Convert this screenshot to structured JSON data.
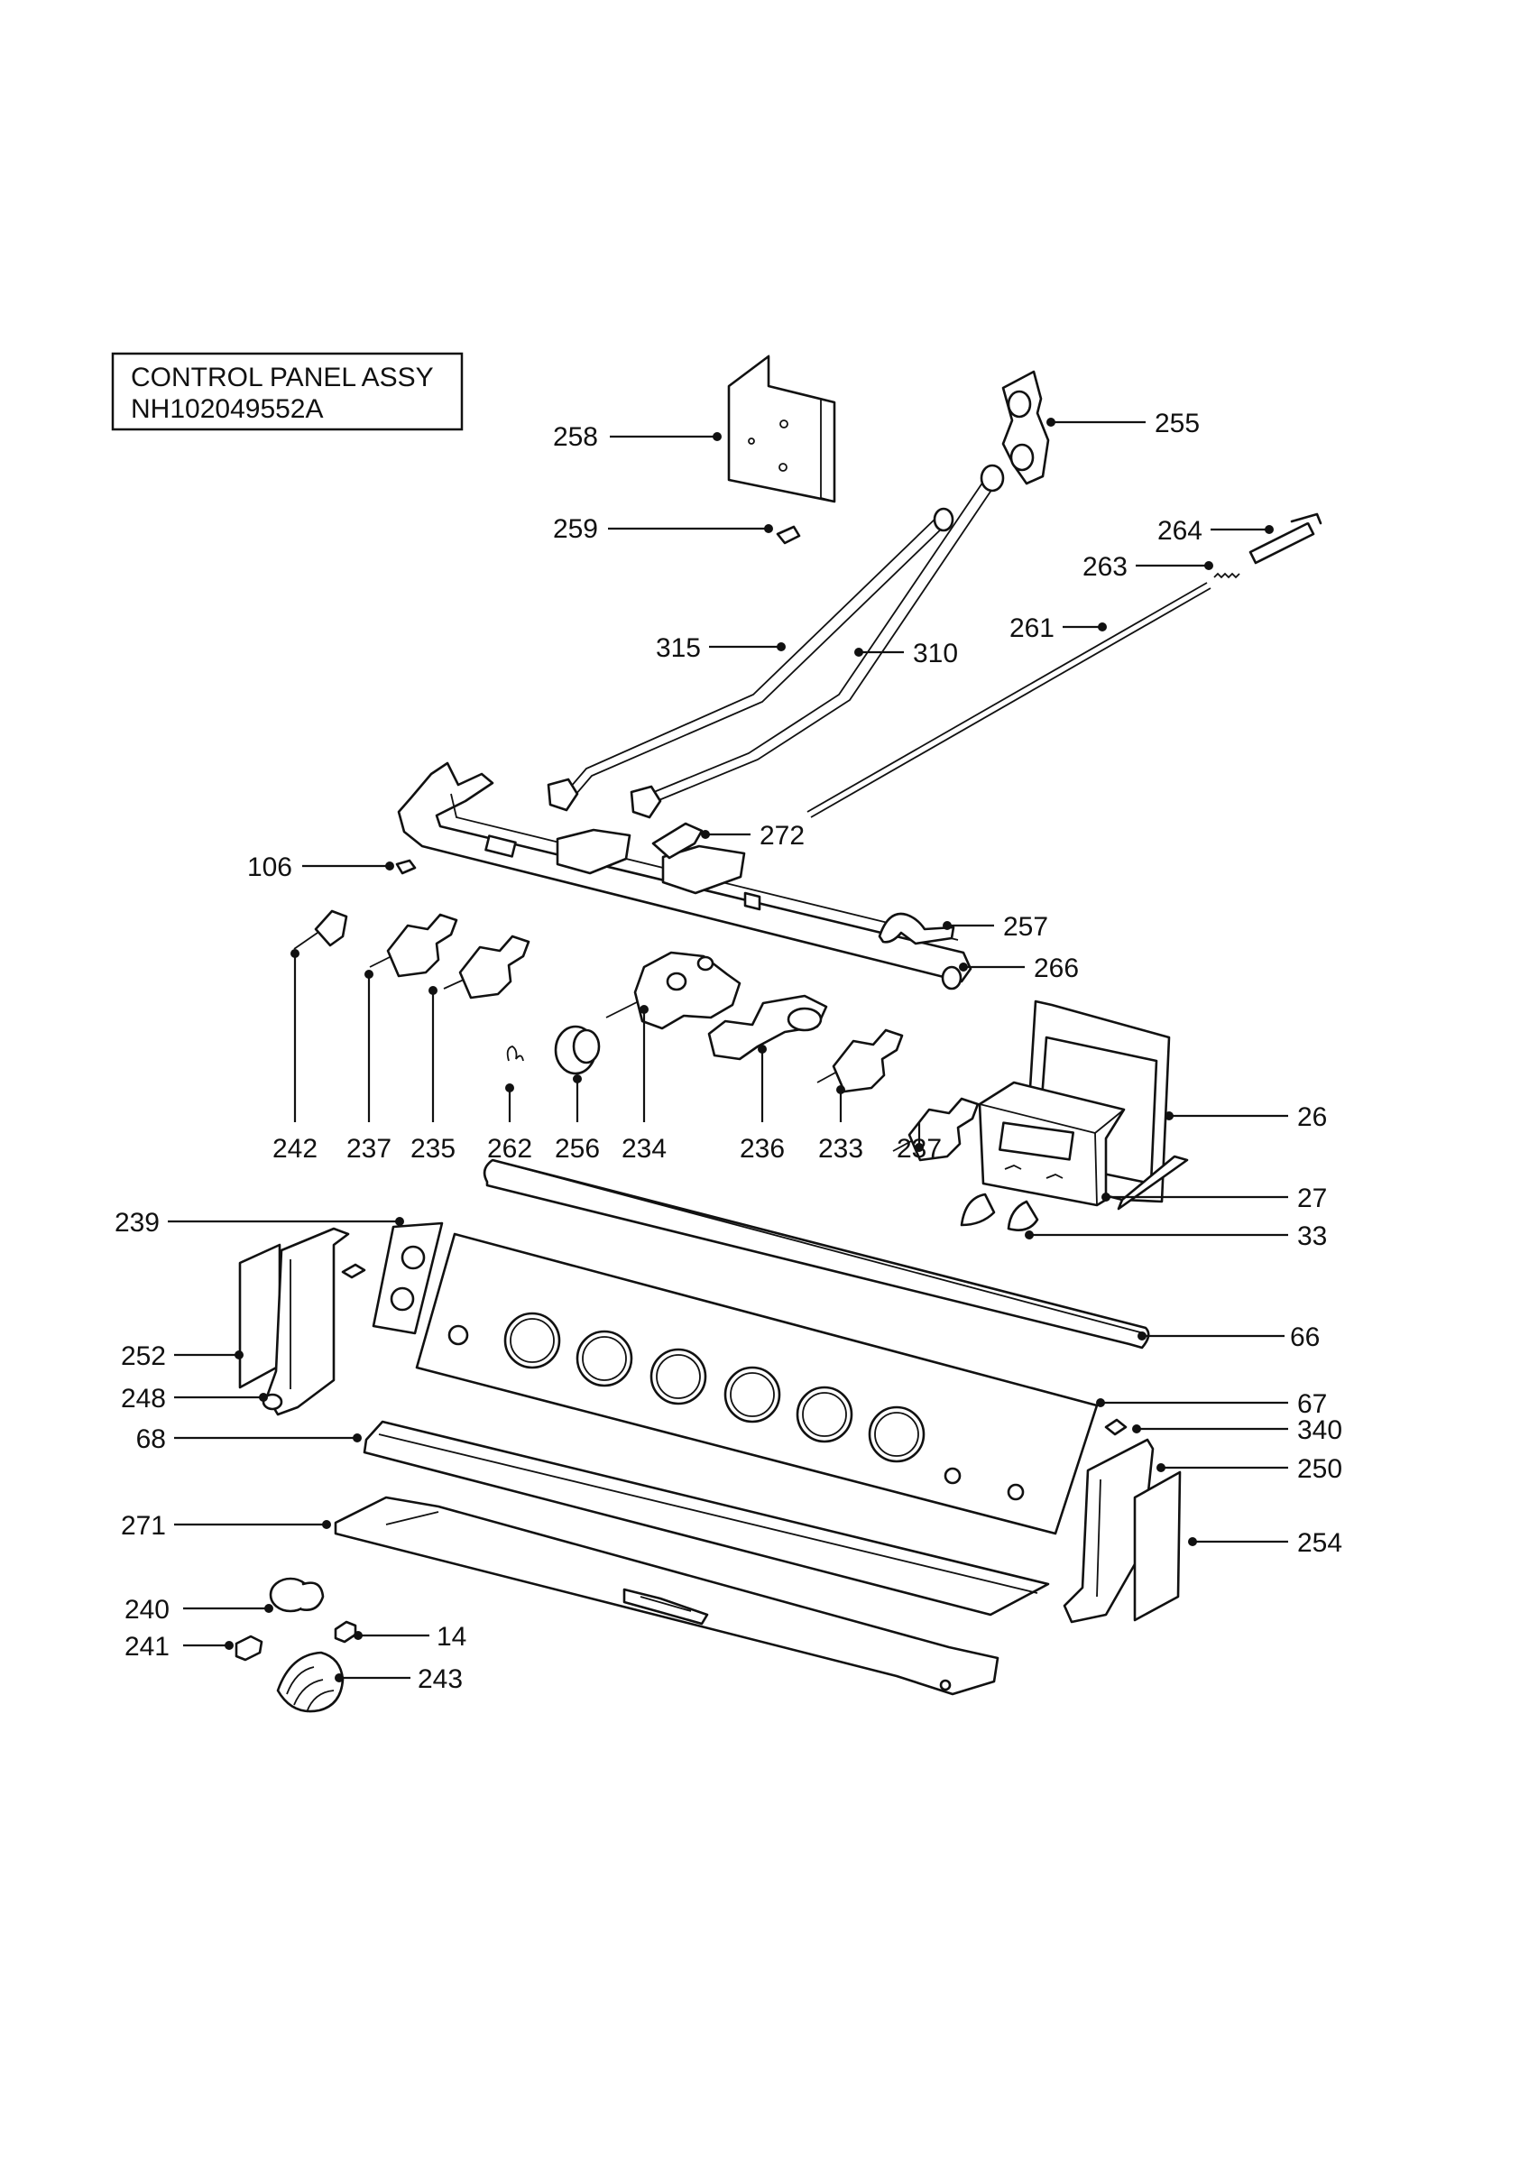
{
  "title_box": {
    "line1": "CONTROL PANEL ASSY",
    "line2": "NH102049552A"
  },
  "callouts": {
    "c258": "258",
    "c255": "255",
    "c259": "259",
    "c264": "264",
    "c263": "263",
    "c315": "315",
    "c310": "310",
    "c261": "261",
    "c272": "272",
    "c106": "106",
    "c257": "257",
    "c266": "266",
    "c242": "242",
    "c237a": "237",
    "c235": "235",
    "c262": "262",
    "c256": "256",
    "c234": "234",
    "c236": "236",
    "c233": "233",
    "c237b": "237",
    "c26": "26",
    "c27": "27",
    "c33": "33",
    "c239": "239",
    "c66": "66",
    "c252": "252",
    "c248": "248",
    "c67": "67",
    "c340": "340",
    "c68": "68",
    "c250": "250",
    "c271": "271",
    "c254": "254",
    "c240": "240",
    "c14": "14",
    "c241": "241",
    "c243": "243"
  }
}
